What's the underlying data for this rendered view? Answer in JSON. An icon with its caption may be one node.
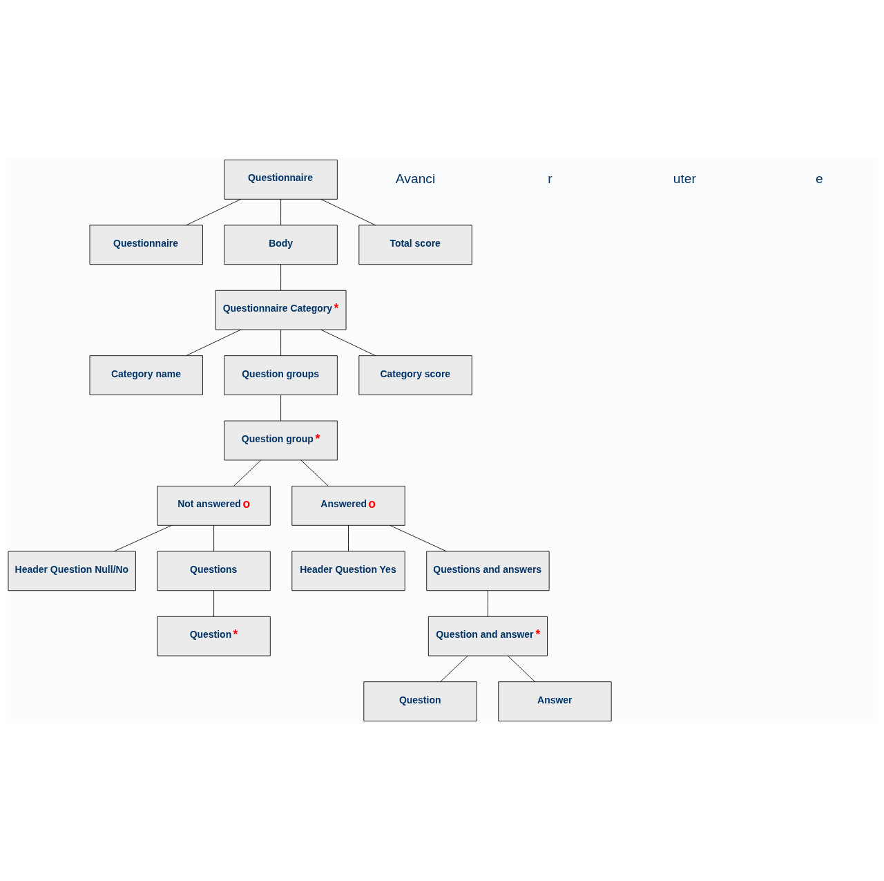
{
  "diagram": {
    "nodes": [
      {
        "text": [
          "Questionnaire"
        ]
      },
      {
        "text": [
          "Questionnaire"
        ]
      },
      {
        "text": [
          "Body"
        ]
      },
      {
        "text": [
          "Total score"
        ]
      },
      {
        "text": [
          "Questionnaire Category",
          "*"
        ]
      },
      {
        "text": [
          "Category name"
        ]
      },
      {
        "text": [
          "Question groups"
        ]
      },
      {
        "text": [
          "Category score"
        ]
      },
      {
        "text": [
          "Question group",
          "*"
        ]
      },
      {
        "text": [
          "Not answered",
          "o"
        ]
      },
      {
        "text": [
          "Answered",
          "o"
        ]
      },
      {
        "text": [
          "Header Question Null/No"
        ]
      },
      {
        "text": [
          "Questions"
        ]
      },
      {
        "text": [
          "Question",
          "*"
        ]
      },
      {
        "text": [
          "Header Question Yes"
        ]
      },
      {
        "text": [
          "Questions and answers"
        ]
      },
      {
        "text": [
          "Question and answer",
          "*"
        ]
      },
      {
        "text": [
          "Question"
        ]
      },
      {
        "text": [
          "Answer"
        ]
      }
    ],
    "edges": [
      {
        "from": 0,
        "to": 1,
        "arrow": "none"
      },
      {
        "from": 0,
        "to": 2,
        "arrow": "none"
      },
      {
        "from": 0,
        "to": 3,
        "arrow": "none"
      },
      {
        "from": 2,
        "to": 4,
        "arrow": "none"
      },
      {
        "from": 4,
        "to": 5,
        "arrow": "none"
      },
      {
        "from": 4,
        "to": 6,
        "arrow": "none"
      },
      {
        "from": 4,
        "to": 7,
        "arrow": "none"
      },
      {
        "from": 6,
        "to": 8,
        "arrow": "none"
      },
      {
        "from": 8,
        "to": 9,
        "arrow": "none"
      },
      {
        "from": 8,
        "to": 10,
        "arrow": "none"
      },
      {
        "from": 9,
        "to": 11,
        "arrow": "none"
      },
      {
        "from": 9,
        "to": 12,
        "arrow": "none"
      },
      {
        "from": 12,
        "to": 13,
        "arrow": "none"
      },
      {
        "from": 10,
        "to": 14,
        "arrow": "none"
      },
      {
        "from": 10,
        "to": 15,
        "arrow": "none"
      },
      {
        "from": 15,
        "to": 16,
        "arrow": "none"
      },
      {
        "from": 16,
        "to": 17,
        "arrow": "none"
      },
      {
        "from": 16,
        "to": 18,
        "arrow": "none"
      }
    ],
    "labels": [
      "Avanci",
      "r",
      "uter",
      "e"
    ]
  }
}
